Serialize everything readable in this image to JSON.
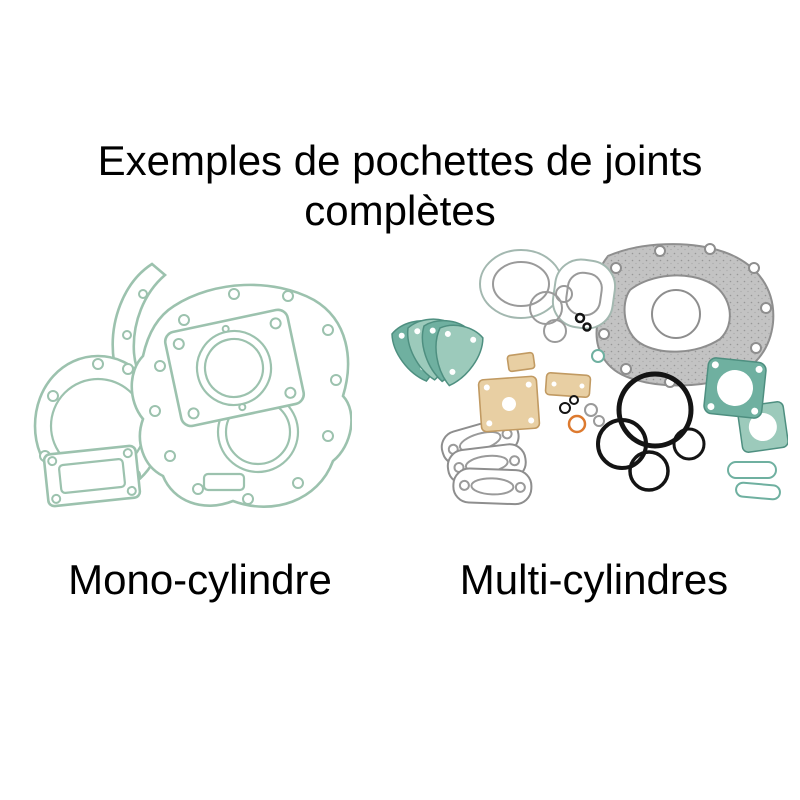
{
  "page": {
    "title_line1": "Exemples de pochettes de joints",
    "title_line2": "complètes",
    "left_label": "Mono-cylindre",
    "right_label": "Multi-cylindres"
  },
  "colors": {
    "background": "#ffffff",
    "text": "#000000",
    "mono_green": "#9cc2ae",
    "multi_teal": "#6fb0a0",
    "multi_teal_light": "#9ccabb",
    "teal_stroke": "#4e8f80",
    "grey_fill": "#c3c3c3",
    "grey_stroke": "#8e8e8e",
    "beige_fill": "#e8cfa3",
    "beige_stroke": "#c19a62",
    "black_ring": "#141414",
    "orange_ring": "#dd7a2f"
  }
}
